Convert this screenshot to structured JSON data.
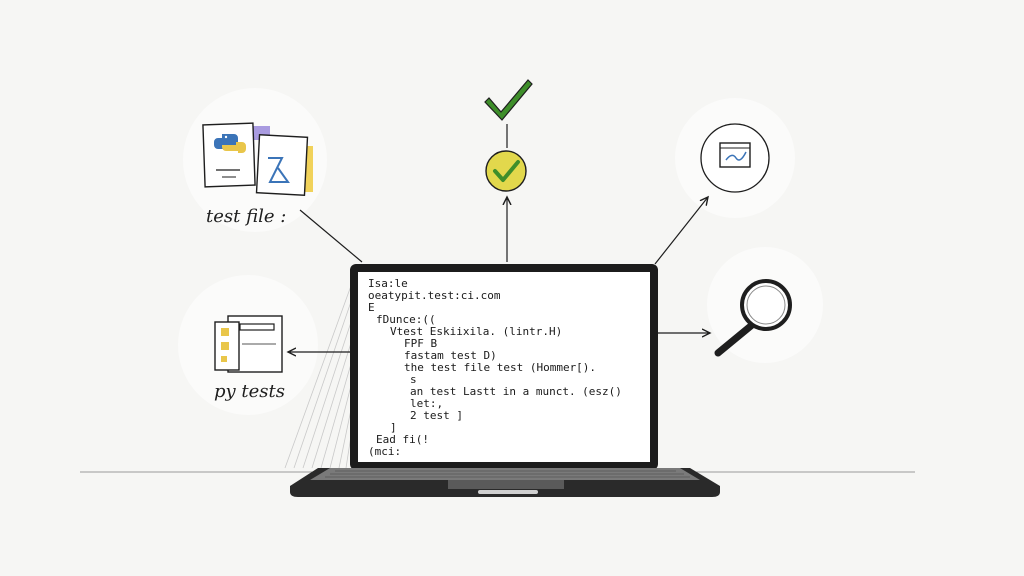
{
  "labels": {
    "test_file": "test file :",
    "py_tests": "py tests"
  },
  "code_lines": [
    "Isa:le",
    "oeatypit.test:ci.com",
    "E",
    "fDunce:((",
    "Vtest Eskiixila. (lintr.H)",
    "FPF B",
    "fastam test D)",
    "the test file test (Hommer[).",
    "s",
    "an test Lastt in a munct. (esz()",
    "let:,",
    "2    test ]",
    "]",
    "Ead fi(!",
    "(mci:"
  ],
  "colors": {
    "check_green": "#3e8e2a",
    "check_circle": "#e2d84c",
    "python_blue": "#3b74b8",
    "python_yellow": "#e9c64a",
    "accent_purple": "#a99be0",
    "ink": "#1e1e1e"
  },
  "icons": [
    "python-document-icon",
    "checkmark-icon",
    "chart-circle-icon",
    "magnifier-icon",
    "folder-document-icon"
  ]
}
